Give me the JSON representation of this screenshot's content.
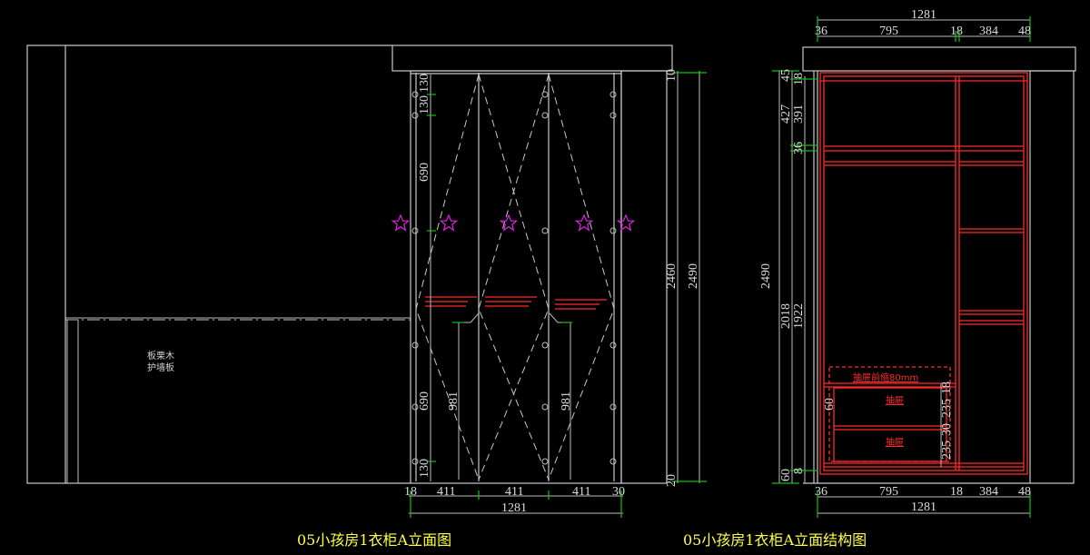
{
  "colors": {
    "line": "#c8c8c8",
    "dim_tick": "#10c010",
    "structure": "#ff2a2a",
    "marker": "#e020e0",
    "title": "#ffff40"
  },
  "left": {
    "title": "05小孩房1衣柜A立面图",
    "wall_note": [
      "板栗木",
      "护墙板"
    ],
    "dims_v": [
      "130",
      "130",
      "690",
      "690",
      "130",
      "981",
      "981",
      "10",
      "2460",
      "2490",
      "20"
    ],
    "dims_h": [
      "18",
      "411",
      "411",
      "411",
      "30",
      "1281"
    ]
  },
  "right": {
    "title": "05小孩房1衣柜A立面结构图",
    "dims_top": [
      "1281",
      "36",
      "795",
      "18",
      "384",
      "48"
    ],
    "dims_bottom": [
      "36",
      "795",
      "18",
      "384",
      "48",
      "1281"
    ],
    "dims_v": [
      "45",
      "427",
      "2490",
      "2018",
      "18",
      "391",
      "36",
      "1922",
      "60",
      "8",
      "60",
      "18",
      "235",
      "30",
      "235"
    ],
    "drawer_note": "抽屉前缩80mm",
    "drawer_labels": [
      "抽屉",
      "抽屉"
    ]
  }
}
